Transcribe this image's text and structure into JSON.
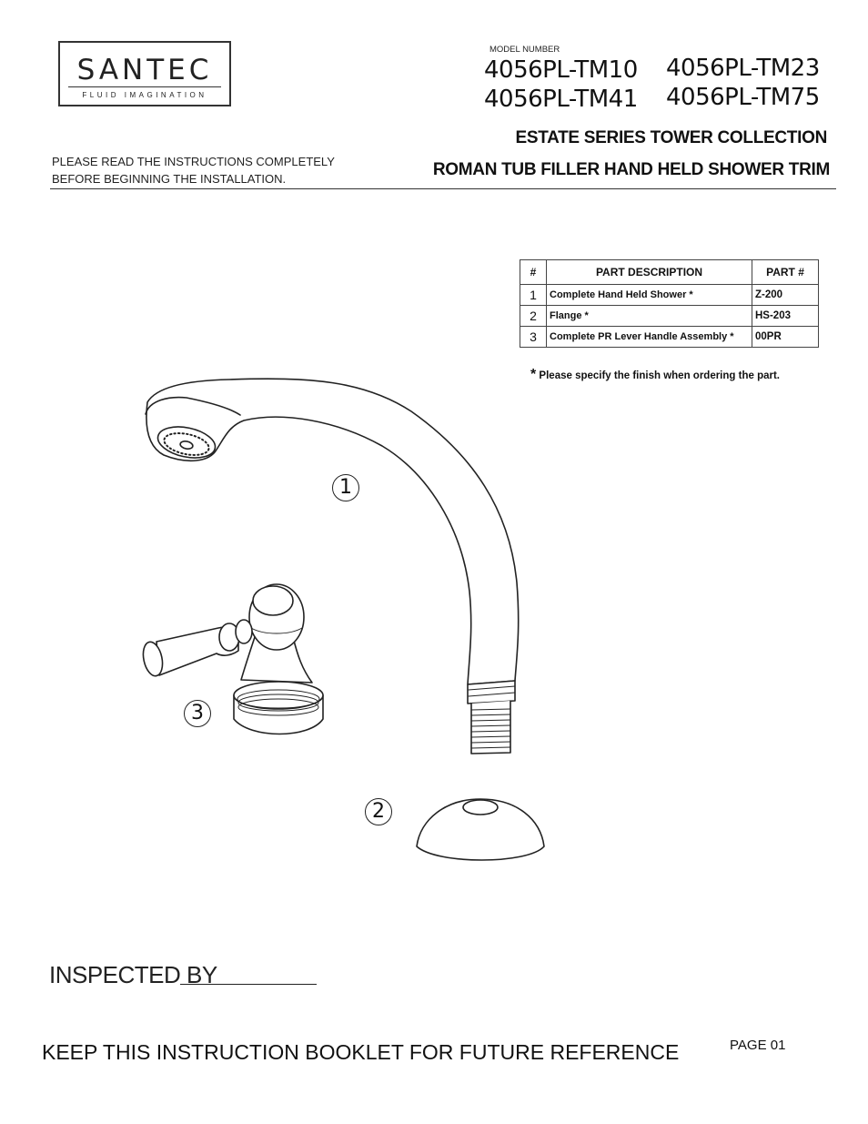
{
  "logo": {
    "name": "SANTEC",
    "tagline": "FLUID IMAGINATION"
  },
  "header": {
    "model_label": "MODEL NUMBER",
    "models": [
      "4056PL-TM10",
      "4056PL-TM23",
      "4056PL-TM41",
      "4056PL-TM75"
    ],
    "series": "ESTATE SERIES TOWER COLLECTION",
    "product": "ROMAN TUB FILLER HAND HELD SHOWER TRIM",
    "read_note_1": "PLEASE READ THE INSTRUCTIONS COMPLETELY",
    "read_note_2": "BEFORE BEGINNING THE INSTALLATION."
  },
  "parts_table": {
    "headers": [
      "#",
      "PART  DESCRIPTION",
      "PART #"
    ],
    "rows": [
      {
        "num": "1",
        "desc": "Complete Hand Held Shower  *",
        "part": "Z-200"
      },
      {
        "num": "2",
        "desc": "Flange *",
        "part": "HS-203"
      },
      {
        "num": "3",
        "desc": "Complete PR Lever Handle Assembly *",
        "part": "00PR"
      }
    ]
  },
  "finish_note": {
    "star": "*",
    "text": " Please specify the finish when ordering the part."
  },
  "callouts": [
    "1",
    "2",
    "3"
  ],
  "footer": {
    "inspected_by": "INSPECTED BY",
    "keep": "KEEP THIS INSTRUCTION BOOKLET FOR FUTURE REFERENCE",
    "page": "PAGE  01"
  }
}
